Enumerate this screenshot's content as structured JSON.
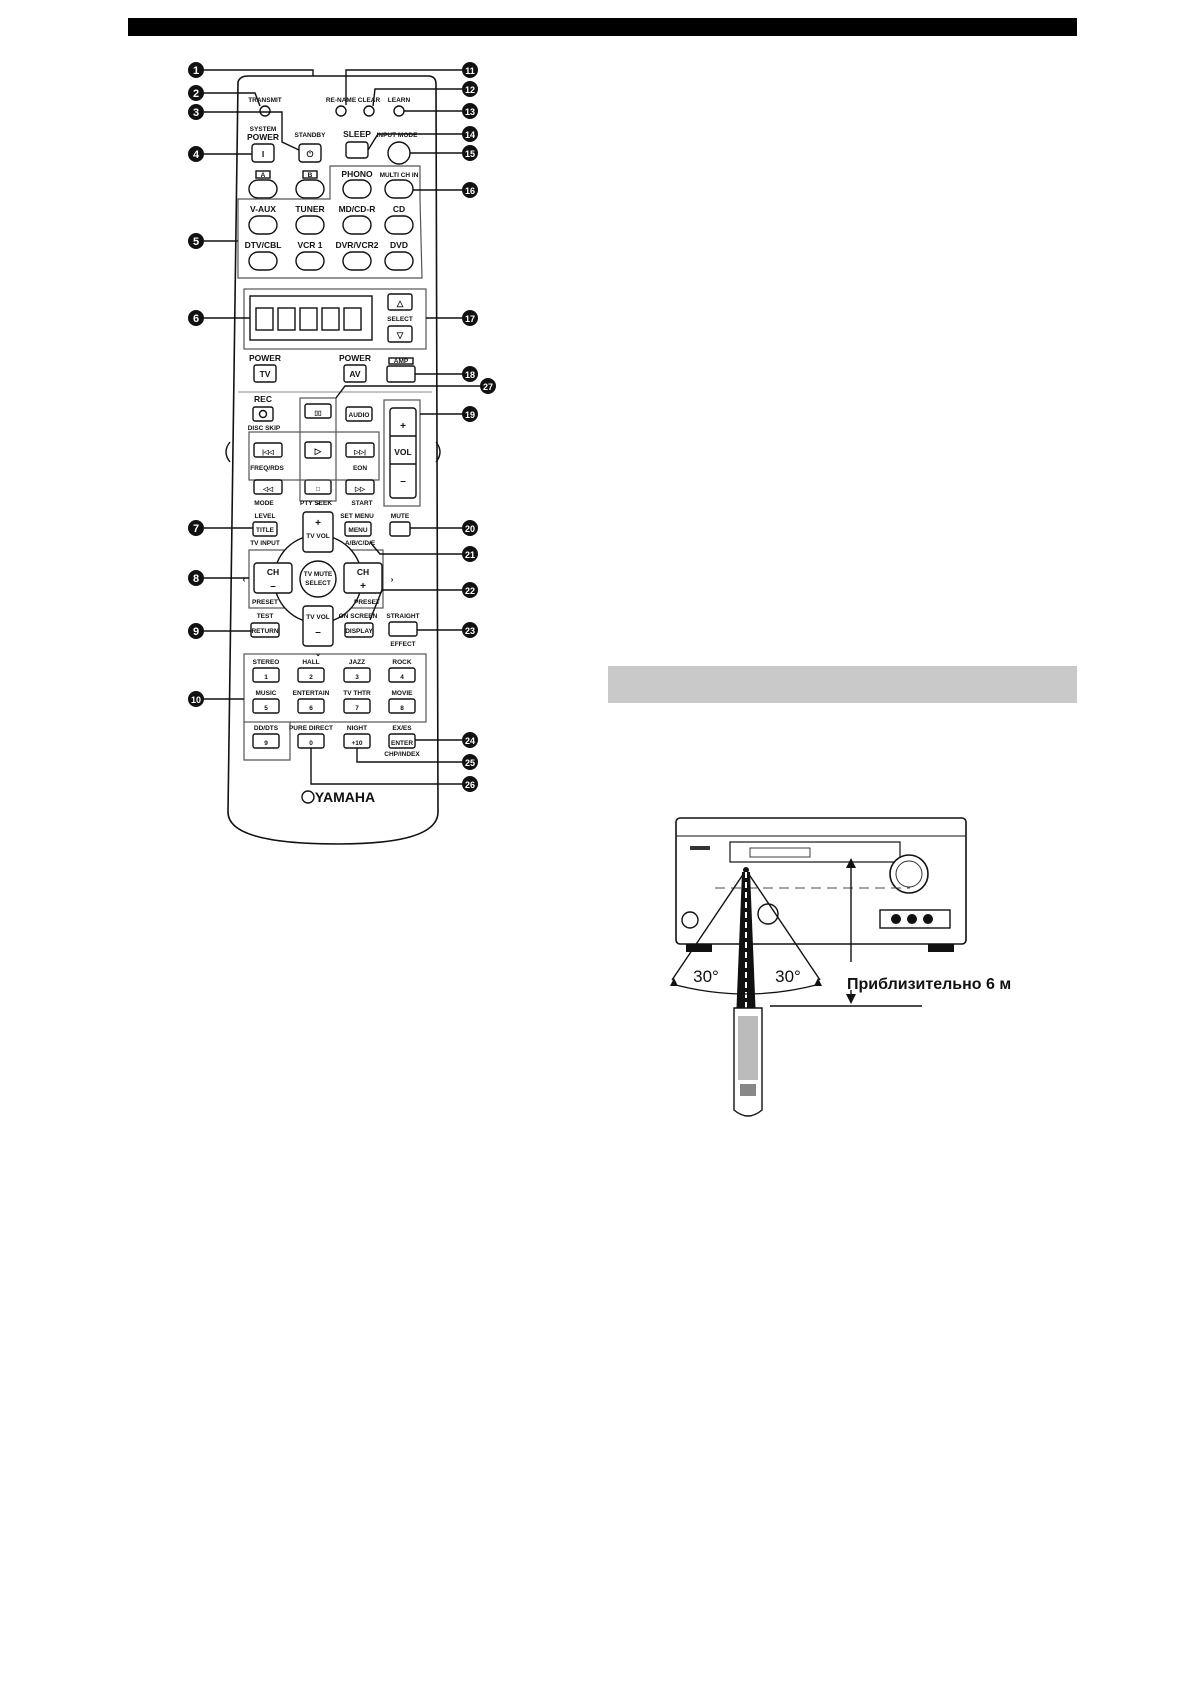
{
  "remote": {
    "brand": "YAMAHA",
    "labels": {
      "transmit": "TRANSMIT",
      "rename": "RE-NAME",
      "clear": "CLEAR",
      "learn": "LEARN",
      "system_power": "SYSTEM\nPOWER",
      "standby": "STANDBY",
      "sleep": "SLEEP",
      "input_mode": "INPUT MODE",
      "a": "A",
      "b": "B",
      "phono": "PHONO",
      "multi_ch_in": "MULTI CH IN",
      "v_aux": "V-AUX",
      "tuner": "TUNER",
      "md_cd_r": "MD/CD-R",
      "cd": "CD",
      "dtv_cbl": "DTV/CBL",
      "vcr1": "VCR 1",
      "dvr_vcr2": "DVR/VCR2",
      "dvd": "DVD",
      "select": "SELECT",
      "power_tv": "POWER",
      "tv": "TV",
      "power_av": "POWER",
      "av": "AV",
      "amp": "AMP",
      "rec": "REC",
      "disc_skip": "DISC SKIP",
      "audio": "AUDIO",
      "vol": "VOL",
      "vol_plus": "+",
      "vol_minus": "–",
      "freq_rds": "FREQ/RDS",
      "eon": "EON",
      "mode": "MODE",
      "pty_seek": "PTY SEEK",
      "start": "START",
      "level": "LEVEL",
      "title": "TITLE",
      "tv_input": "TV INPUT",
      "set_menu": "SET MENU",
      "menu": "MENU",
      "abcde": "A/B/C/D/E",
      "mute": "MUTE",
      "tv_vol": "TV VOL",
      "ch": "CH",
      "preset": "PRESET",
      "tv_mute_select": "TV MUTE\nSELECT",
      "test": "TEST",
      "return": "RETURN",
      "on_screen": "ON SCREEN",
      "display": "DISPLAY",
      "straight": "STRAIGHT",
      "effect": "EFFECT",
      "stereo": "STEREO",
      "hall": "HALL",
      "jazz": "JAZZ",
      "rock": "ROCK",
      "music": "MUSIC",
      "entertain": "ENTERTAIN",
      "tv_thtr": "TV THTR",
      "movie": "MOVIE",
      "dd_dts": "DD/DTS",
      "pure_direct": "PURE DIRECT",
      "night": "NIGHT",
      "ex_es": "EX/ES",
      "enter": "ENTER",
      "chp_index": "CHP/INDEX",
      "n1": "1",
      "n2": "2",
      "n3": "3",
      "n4": "4",
      "n5": "5",
      "n6": "6",
      "n7": "7",
      "n8": "8",
      "n9": "9",
      "n0": "0",
      "n10": "+10"
    },
    "callouts": [
      "1",
      "2",
      "3",
      "4",
      "5",
      "6",
      "7",
      "8",
      "9",
      "10",
      "11",
      "12",
      "13",
      "14",
      "15",
      "16",
      "17",
      "18",
      "19",
      "20",
      "21",
      "22",
      "23",
      "24",
      "25",
      "26",
      "27"
    ]
  },
  "range_figure": {
    "angle_left": "30°",
    "angle_right": "30°",
    "distance": "Приблизительно 6 м"
  }
}
